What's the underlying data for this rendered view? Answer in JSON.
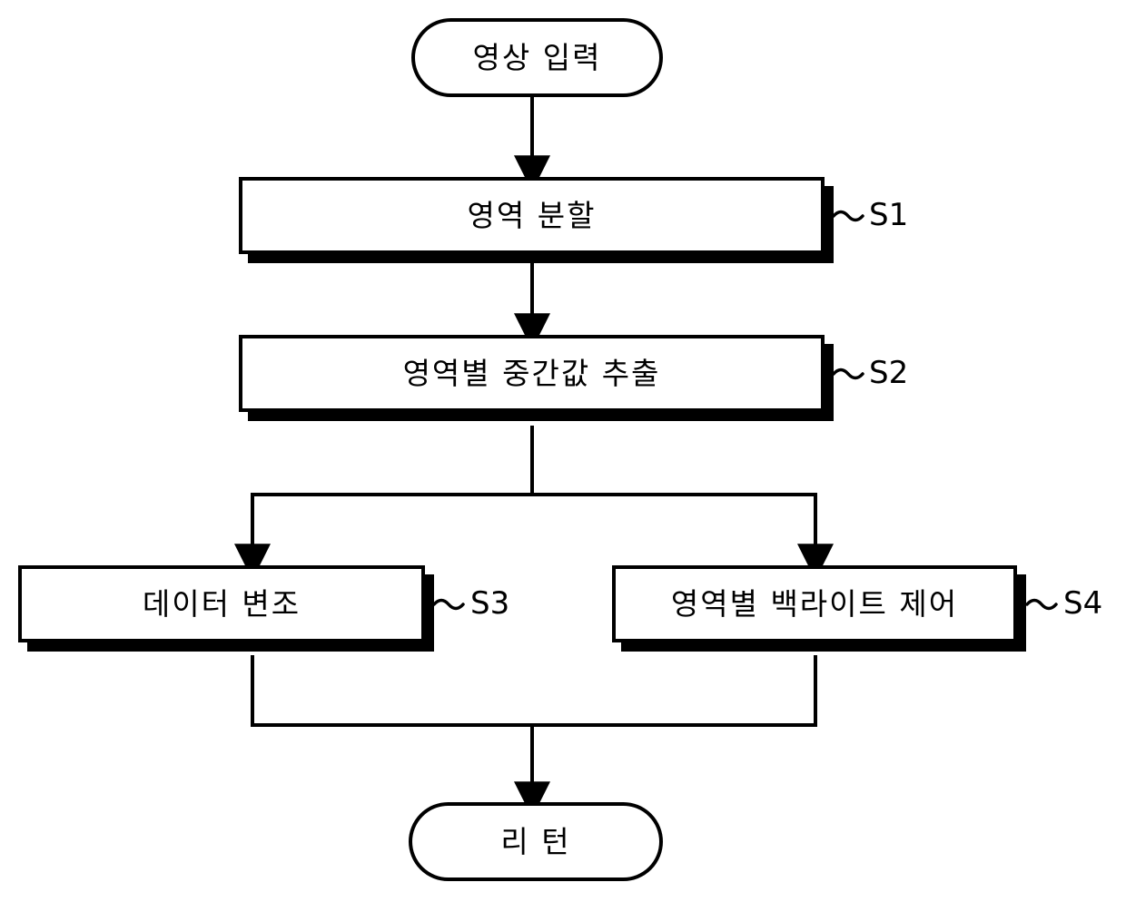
{
  "diagram": {
    "type": "flowchart",
    "orientation": "top-to-bottom",
    "language": "ko",
    "stroke_color": "#000000",
    "fill_color": "#ffffff",
    "nodes": [
      {
        "id": "start",
        "shape": "terminator",
        "label": "영상 입력",
        "step_ref": ""
      },
      {
        "id": "s1",
        "shape": "process",
        "label": "영역 분할",
        "step_ref": "S1"
      },
      {
        "id": "s2",
        "shape": "process",
        "label": "영역별 중간값 추출",
        "step_ref": "S2"
      },
      {
        "id": "s3",
        "shape": "process",
        "label": "데이터 변조",
        "step_ref": "S3"
      },
      {
        "id": "s4",
        "shape": "process",
        "label": "영역별 백라이트 제어",
        "step_ref": "S4"
      },
      {
        "id": "end",
        "shape": "terminator",
        "label": "리 턴",
        "step_ref": ""
      }
    ],
    "edges": [
      {
        "from": "start",
        "to": "s1",
        "style": "arrow"
      },
      {
        "from": "s1",
        "to": "s2",
        "style": "arrow"
      },
      {
        "from": "s2",
        "to": "s3",
        "style": "split-arrow"
      },
      {
        "from": "s2",
        "to": "s4",
        "style": "split-arrow"
      },
      {
        "from": "s3",
        "to": "end",
        "style": "merge-arrow"
      },
      {
        "from": "s4",
        "to": "end",
        "style": "merge-arrow"
      }
    ]
  }
}
